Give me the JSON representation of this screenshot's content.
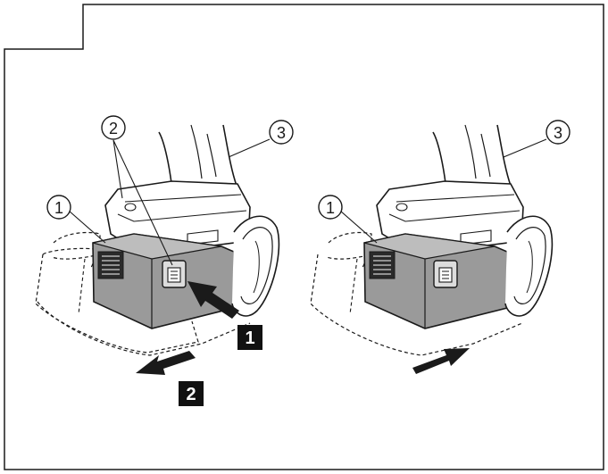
{
  "figure": {
    "left_panel": {
      "callout_1": "1",
      "callout_2": "2",
      "callout_3": "3",
      "step_1": "1",
      "step_2": "2"
    },
    "right_panel": {
      "callout_1": "1",
      "callout_3": "3"
    }
  },
  "colors": {
    "line": "#1a1a1a",
    "battery_shade": "#9a9a9a",
    "step_box": "#111111"
  }
}
